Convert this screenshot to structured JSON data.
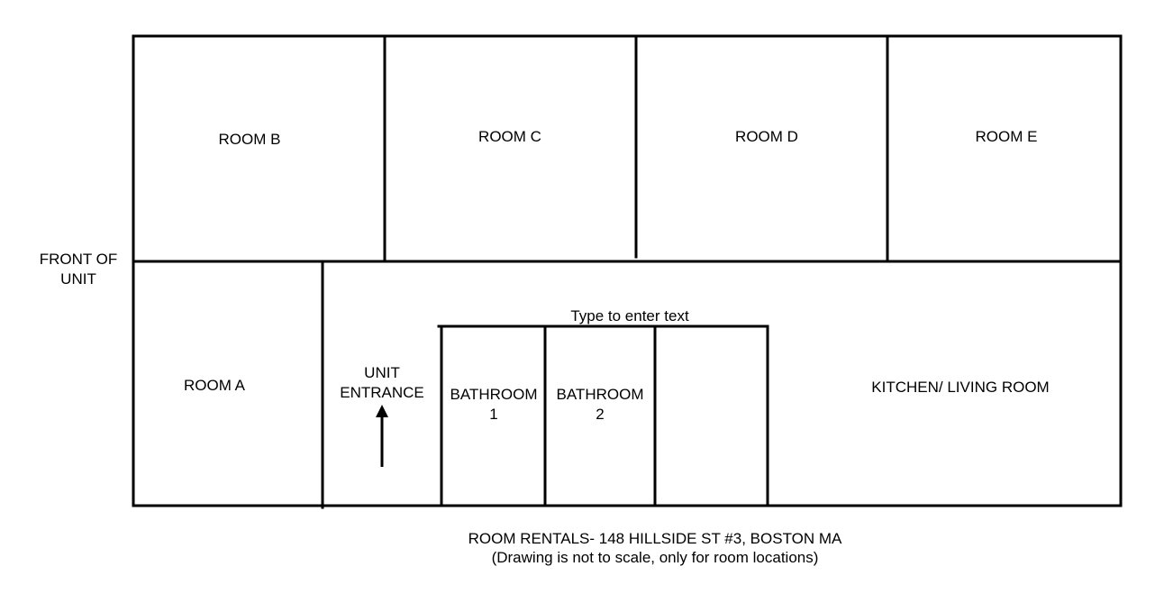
{
  "side_label": {
    "line1": "FRONT OF",
    "line2": "UNIT"
  },
  "rooms": {
    "room_a": "ROOM A",
    "room_b": "ROOM B",
    "room_c": "ROOM C",
    "room_d": "ROOM D",
    "room_e": "ROOM E",
    "kitchen": "KITCHEN/ LIVING ROOM"
  },
  "entrance": {
    "line1": "UNIT",
    "line2": "ENTRANCE"
  },
  "bathroom_1": {
    "line1": "BATHROOM",
    "line2": "1"
  },
  "bathroom_2": {
    "line1": "BATHROOM",
    "line2": "2"
  },
  "text_placeholder": "Type to enter text",
  "caption": {
    "title": "ROOM RENTALS- 148 HILLSIDE ST #3, BOSTON MA",
    "note": "(Drawing is not to scale, only for room locations)"
  }
}
